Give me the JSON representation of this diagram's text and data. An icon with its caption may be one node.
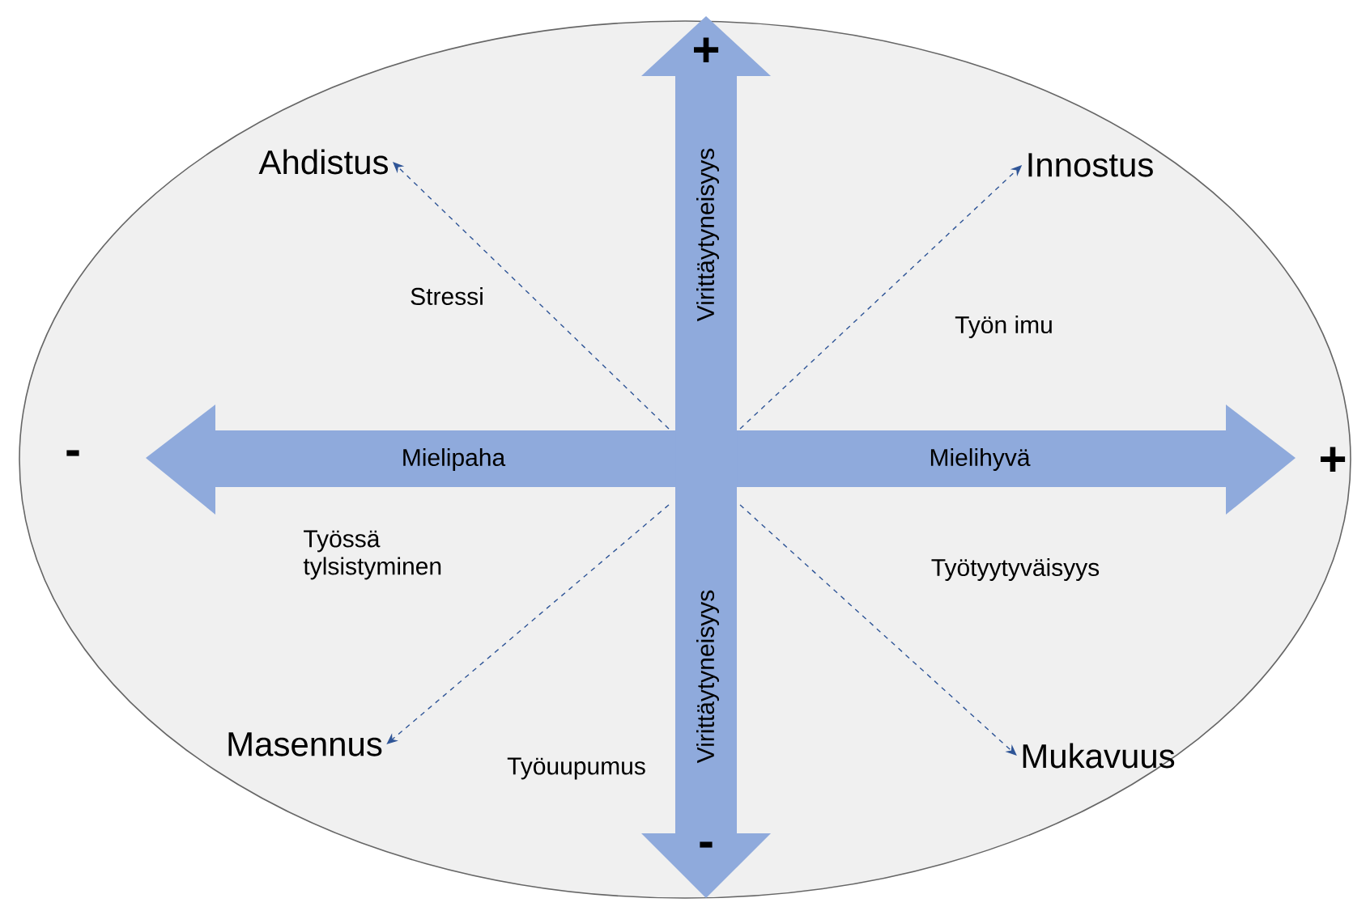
{
  "diagram": {
    "nodes": [
      {
        "text": [
          "Ahdistus"
        ]
      },
      {
        "text": [
          "Innostus"
        ]
      },
      {
        "text": [
          "Masennus"
        ]
      },
      {
        "text": [
          "Mukavuus"
        ]
      }
    ],
    "edges": [
      {
        "from": null,
        "to": 0,
        "arrow": "to",
        "style": "dashed"
      },
      {
        "from": null,
        "to": 1,
        "arrow": "to",
        "style": "dashed"
      },
      {
        "from": null,
        "to": 2,
        "arrow": "to",
        "style": "dashed"
      },
      {
        "from": null,
        "to": 3,
        "arrow": "to",
        "style": "dashed"
      }
    ],
    "labels": [
      "+",
      "Virittäytyneisyys",
      "Stressi",
      "Työn imu",
      "-",
      "Mielipaha",
      "Mielihyvä",
      "+",
      "Työssä tylsistyminen",
      "Virittäytyneisyys",
      "Työtyytyväisyys",
      "Työuupumus",
      "-"
    ]
  }
}
